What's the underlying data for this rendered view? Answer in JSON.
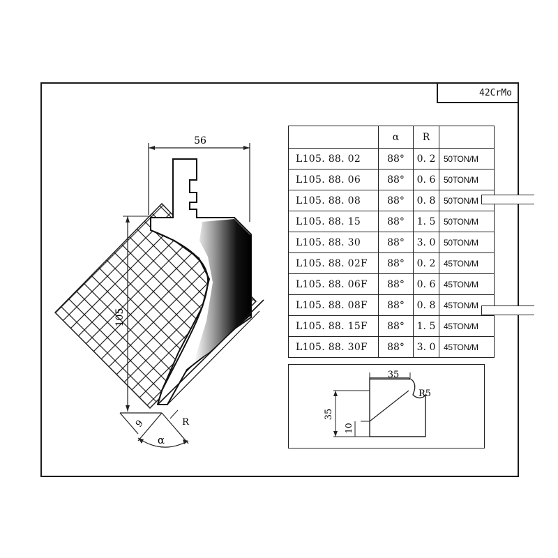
{
  "material": "42CrMo",
  "table": {
    "headers": {
      "part": "",
      "alpha": "α",
      "radius": "R",
      "tonnage": ""
    },
    "rows": [
      {
        "part": "L105. 88. 02",
        "alpha": "88°",
        "radius": "0. 2",
        "tonnage": "50TON/M"
      },
      {
        "part": "L105. 88. 06",
        "alpha": "88°",
        "radius": "0. 6",
        "tonnage": "50TON/M"
      },
      {
        "part": "L105. 88. 08",
        "alpha": "88°",
        "radius": "0. 8",
        "tonnage": "50TON/M"
      },
      {
        "part": "L105. 88. 15",
        "alpha": "88°",
        "radius": "1. 5",
        "tonnage": "50TON/M"
      },
      {
        "part": "L105. 88. 30",
        "alpha": "88°",
        "radius": "3. 0",
        "tonnage": "50TON/M"
      },
      {
        "part": "L105. 88. 02F",
        "alpha": "88°",
        "radius": "0. 2",
        "tonnage": "45TON/M"
      },
      {
        "part": "L105. 88. 06F",
        "alpha": "88°",
        "radius": "0. 6",
        "tonnage": "45TON/M"
      },
      {
        "part": "L105. 88. 08F",
        "alpha": "88°",
        "radius": "0. 8",
        "tonnage": "45TON/M"
      },
      {
        "part": "L105. 88. 15F",
        "alpha": "88°",
        "radius": "1. 5",
        "tonnage": "45TON/M"
      },
      {
        "part": "L105. 88. 30F",
        "alpha": "88°",
        "radius": "3. 0",
        "tonnage": "45TON/M"
      }
    ]
  },
  "main_drawing": {
    "width_dim": "56",
    "height_dim": "105",
    "tip_dim": "9",
    "angle_label": "α",
    "radius_label": "R"
  },
  "detail_drawing": {
    "width_dim": "35",
    "height_dim": "35",
    "step_dim": "10",
    "radius_label": "R5"
  }
}
